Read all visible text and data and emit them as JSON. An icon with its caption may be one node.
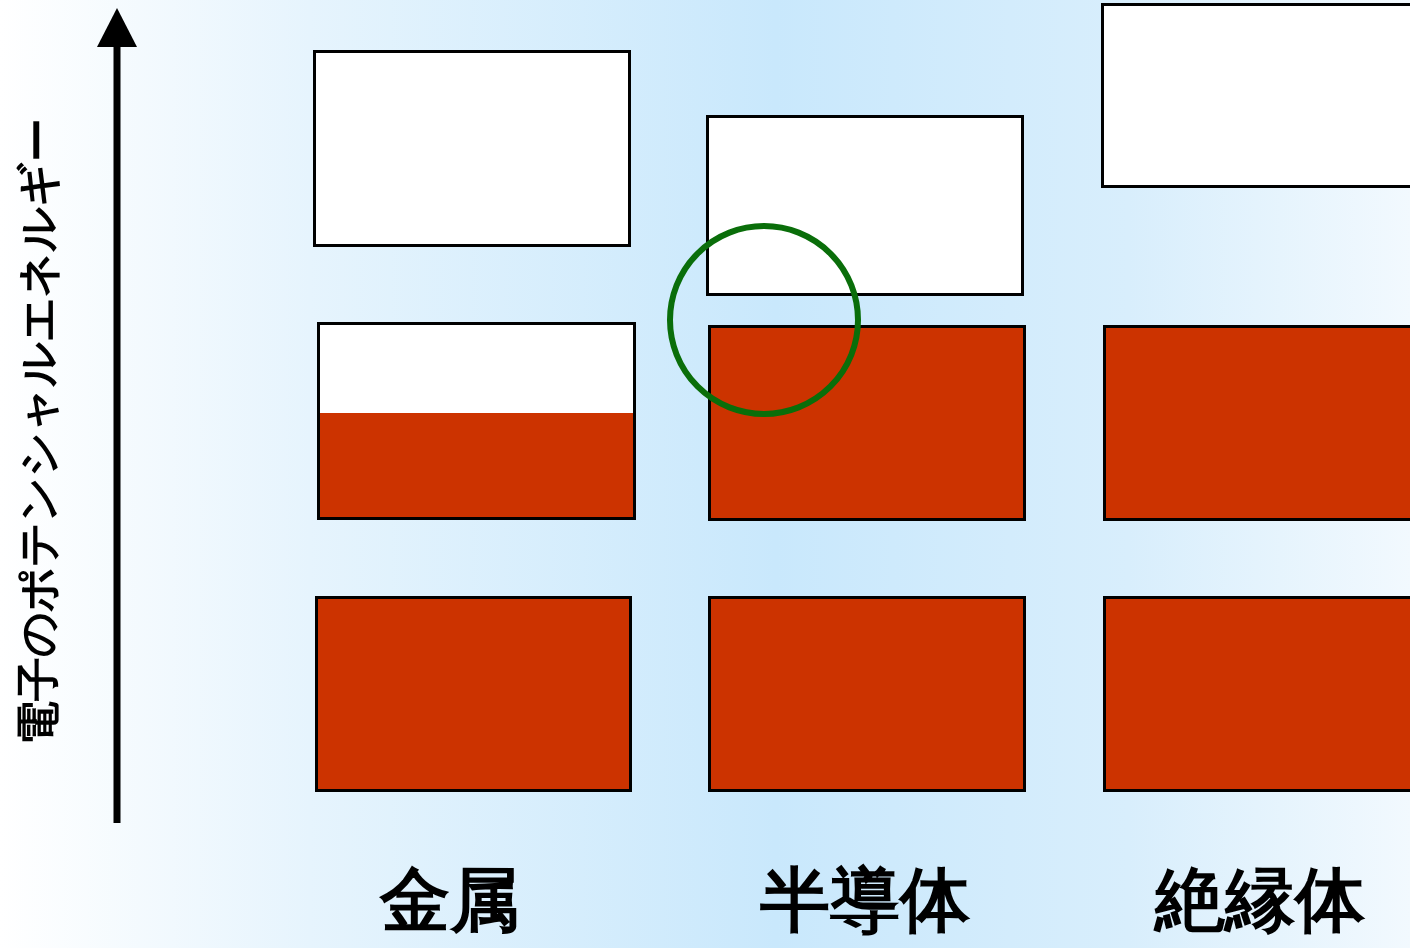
{
  "diagram": {
    "nodes": [
      {
        "text": [],
        "shape": "box"
      },
      {
        "text": [],
        "shape": "box"
      },
      {
        "text": [],
        "shape": "box"
      },
      {
        "text": [],
        "shape": "box"
      },
      {
        "text": [],
        "shape": "box"
      },
      {
        "text": [],
        "shape": "box"
      },
      {
        "text": [],
        "shape": "box"
      },
      {
        "text": [],
        "shape": "box"
      },
      {
        "text": [],
        "shape": "box"
      },
      {
        "text": [],
        "shape": "circle"
      }
    ],
    "labels": [
      "電子のポテンシャルエネルギー",
      "金属",
      "半導体",
      "絶縁体"
    ]
  }
}
